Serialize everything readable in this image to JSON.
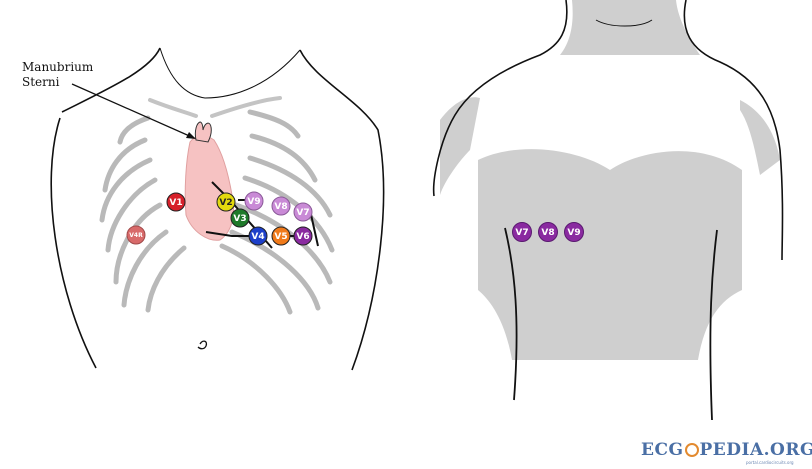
{
  "annotation": {
    "line1": "Manubrium",
    "line2": "Sterni"
  },
  "front_electrodes": [
    {
      "label": "V1",
      "color": "#d6202a"
    },
    {
      "label": "V2",
      "color": "#e3d90e"
    },
    {
      "label": "V3",
      "color": "#1f7a2a"
    },
    {
      "label": "V4",
      "color": "#1d3fc9"
    },
    {
      "label": "V5",
      "color": "#f07a1a"
    },
    {
      "label": "V6",
      "color": "#8a2aa0"
    },
    {
      "label": "V7",
      "color": "#c98ad6"
    },
    {
      "label": "V8",
      "color": "#c98ad6"
    },
    {
      "label": "V9",
      "color": "#c98ad6"
    },
    {
      "label": "V4R",
      "color": "#d86a6a"
    }
  ],
  "back_electrodes": [
    {
      "label": "V7",
      "color": "#8a2aa0"
    },
    {
      "label": "V8",
      "color": "#8a2aa0"
    },
    {
      "label": "V9",
      "color": "#8a2aa0"
    }
  ],
  "logo": {
    "text_left": "ECG",
    "text_right": "PEDIA.ORG",
    "sub": "portal.cardiocircuits.org"
  },
  "icons": {
    "front_figure": "chest-outline-icon",
    "back_figure": "back-outline-icon",
    "heart": "heart-icon"
  }
}
